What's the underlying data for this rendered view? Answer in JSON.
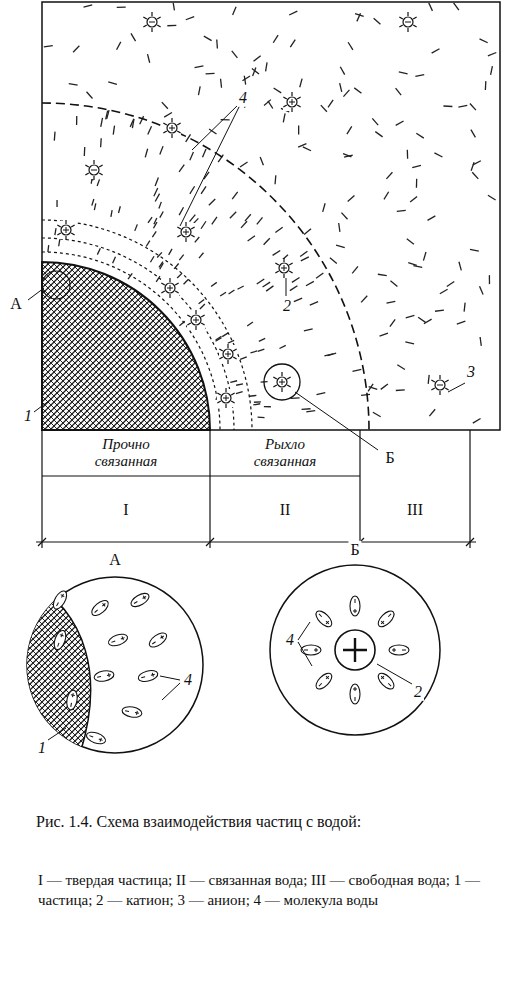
{
  "diagram": {
    "caption": "Рис. 1.4. Схема взаимодействия частиц с водой:",
    "labels": [
      "А",
      "1",
      "4",
      "2",
      "Б",
      "3",
      "Прочно связанная",
      "Рыхло связанная",
      "I",
      "II",
      "III",
      "А",
      "Б",
      "1",
      "4",
      "4",
      "2",
      "I — твердая частица; II — связанная вода; III — свободная вода; 1 — частица; 2 — катион; 3 — анион; 4 — молекула воды"
    ]
  }
}
